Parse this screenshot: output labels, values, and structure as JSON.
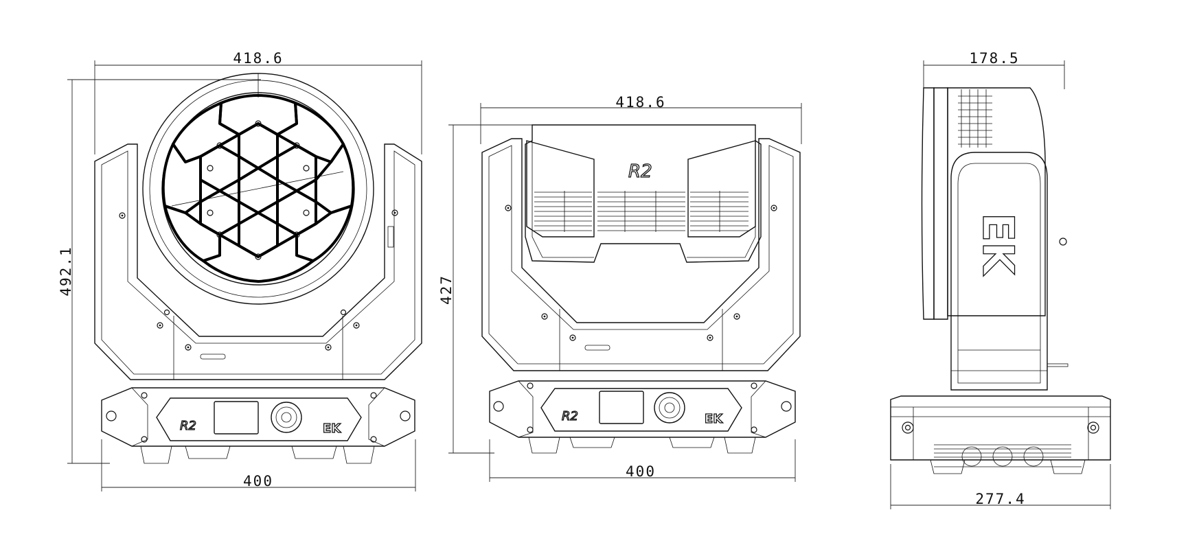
{
  "views": {
    "front": {
      "width_top": "418.6",
      "height": "492.1",
      "width_base": "400",
      "base_logo": "R2",
      "base_brand": "EK"
    },
    "rear": {
      "width_top": "418.6",
      "height": "427",
      "width_base": "400",
      "head_logo": "R2",
      "base_logo": "R2",
      "base_brand": "EK"
    },
    "side": {
      "width_top": "178.5",
      "width_base": "277.4",
      "arm_brand": "EK"
    }
  }
}
